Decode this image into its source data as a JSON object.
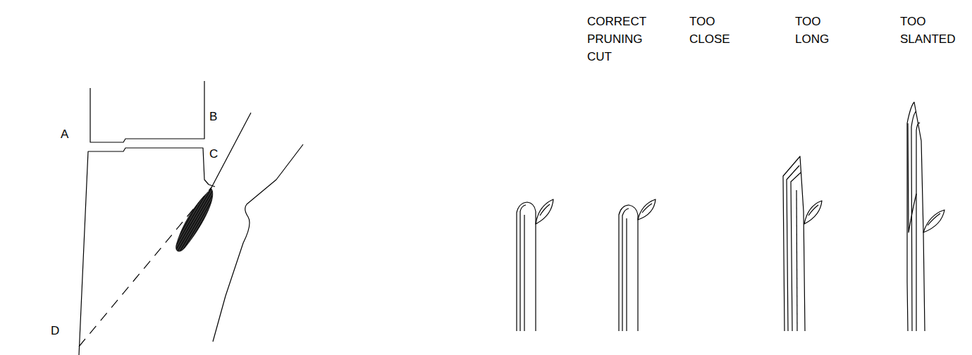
{
  "diagram": {
    "labels": [
      "A",
      "B",
      "C",
      "D",
      "CORRECT PRUNING CUT",
      "TOO CLOSE",
      "TOO LONG",
      "TOO SLANTED"
    ]
  }
}
